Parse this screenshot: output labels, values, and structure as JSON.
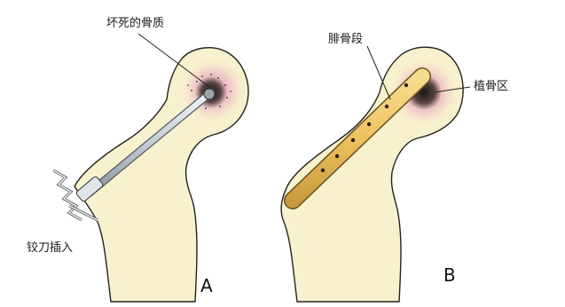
{
  "panels": [
    {
      "letter": "A",
      "labels": {
        "necrotic_bone": "坏死的骨质",
        "reamer_insert": "铰刀插入"
      }
    },
    {
      "letter": "B",
      "labels": {
        "fibula_segment": "腓骨段",
        "graft_area": "植骨区"
      }
    }
  ],
  "colors": {
    "bone_fill": "#f8f1cd",
    "bone_outline": "#222222",
    "femoral_head_tint": "#e9a9c4",
    "necrosis": "#2a2420",
    "reamer_metal": "#cfd6dd",
    "fibula_graft": "#f0c96a"
  }
}
